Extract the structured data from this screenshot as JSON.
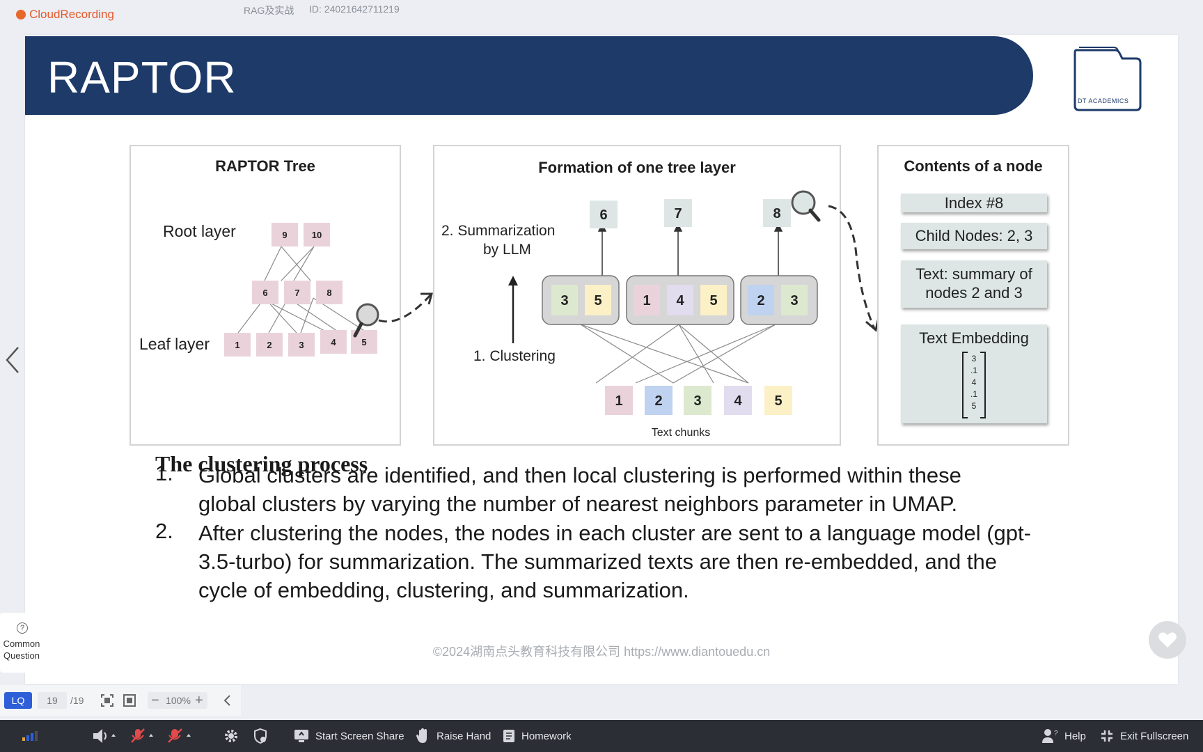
{
  "header": {
    "recording_label": "CloudRecording",
    "course_name": "RAG及实战",
    "meeting_id": "ID:  24021642711219"
  },
  "slide": {
    "title": "RAPTOR",
    "logo_text": "DT ACADEMICS",
    "figure": {
      "tree_panel": {
        "title": "RAPTOR Tree",
        "root_label": "Root layer",
        "leaf_label": "Leaf layer",
        "root_nodes": [
          "9",
          "10"
        ],
        "mid_nodes": [
          "6",
          "7",
          "8"
        ],
        "leaf_nodes": [
          "1",
          "2",
          "3",
          "4",
          "5"
        ]
      },
      "layer_panel": {
        "title": "Formation of one tree layer",
        "summarization_label_line1": "2. Summarization",
        "summarization_label_line2": "by LLM",
        "clustering_label": "1. Clustering",
        "text_chunks_label": "Text chunks",
        "summary_nodes": [
          "6",
          "7",
          "8"
        ],
        "clusters": [
          {
            "nodes": [
              "3",
              "5"
            ]
          },
          {
            "nodes": [
              "1",
              "4",
              "5"
            ]
          },
          {
            "nodes": [
              "2",
              "3"
            ]
          }
        ],
        "chunks": [
          "1",
          "2",
          "3",
          "4",
          "5"
        ]
      },
      "node_panel": {
        "title": "Contents of a node",
        "index": "Index #8",
        "child_nodes": "Child Nodes: 2, 3",
        "text_line1": "Text:  summary of",
        "text_line2": "nodes 2 and 3",
        "embedding_title": "Text Embedding",
        "embedding_values": [
          "3",
          ".1",
          "4",
          ".1",
          "5"
        ]
      }
    },
    "section_heading": "The clustering process",
    "items": [
      {
        "number": "1.",
        "lines": [
          "Global clusters are identified, and then local clustering is performed within these",
          "global clusters by varying the number of nearest neighbors parameter in UMAP."
        ]
      },
      {
        "number": "2.",
        "lines": [
          "After clustering the nodes, the nodes in each cluster are sent to a language model (gpt-",
          "3.5-turbo) for summarization. The summarized texts are then re-embedded, and the",
          "cycle of embedding, clustering, and summarization."
        ]
      }
    ],
    "copyright": "©2024湖南点头教育科技有限公司 https://www.diantouedu.cn"
  },
  "sidebar": {
    "common_question_line1": "Common",
    "common_question_line2": "Question"
  },
  "slide_toolbar": {
    "quality": "LQ",
    "page_current": "19",
    "page_total": "/19",
    "zoom_minus": "−",
    "zoom_level": "100%",
    "zoom_plus": "+"
  },
  "bottom_bar": {
    "start_screen_share": "Start Screen Share",
    "raise_hand": "Raise Hand",
    "homework": "Homework",
    "help": "Help",
    "exit_fullscreen": "Exit Fullscreen"
  },
  "colors": {
    "banner": "#1d3a69",
    "recording": "#e4592a",
    "node_pink": "#ead2db",
    "node_yellow": "#fbf0c6",
    "node_blue": "#bfd2ef",
    "node_green": "#dde9cf",
    "node_lavender": "#e2dcef",
    "node_teal": "#dde5e5",
    "accent_blue": "#2f5fd8"
  }
}
